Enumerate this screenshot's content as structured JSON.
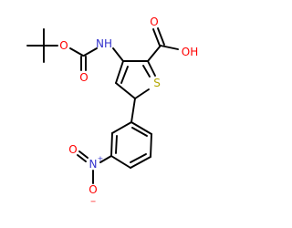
{
  "molecule": {
    "colors": {
      "carbon_bond": "#000000",
      "oxygen": "#ff0000",
      "nitrogen": "#3333cc",
      "sulfur": "#b3a800",
      "background": "#ffffff"
    },
    "atom_labels": {
      "boc_ester_o": "O",
      "boc_carbonyl_o": "O",
      "amide_nh": "NH",
      "acid_oh": "OH",
      "acid_carbonyl_o": "O",
      "ring_sulfur": "S",
      "nitro_n": "N",
      "nitro_o_top": "O",
      "nitro_o_bottom": "O"
    },
    "charges": {
      "nitro_n": "+",
      "nitro_o_bottom": "−"
    }
  }
}
